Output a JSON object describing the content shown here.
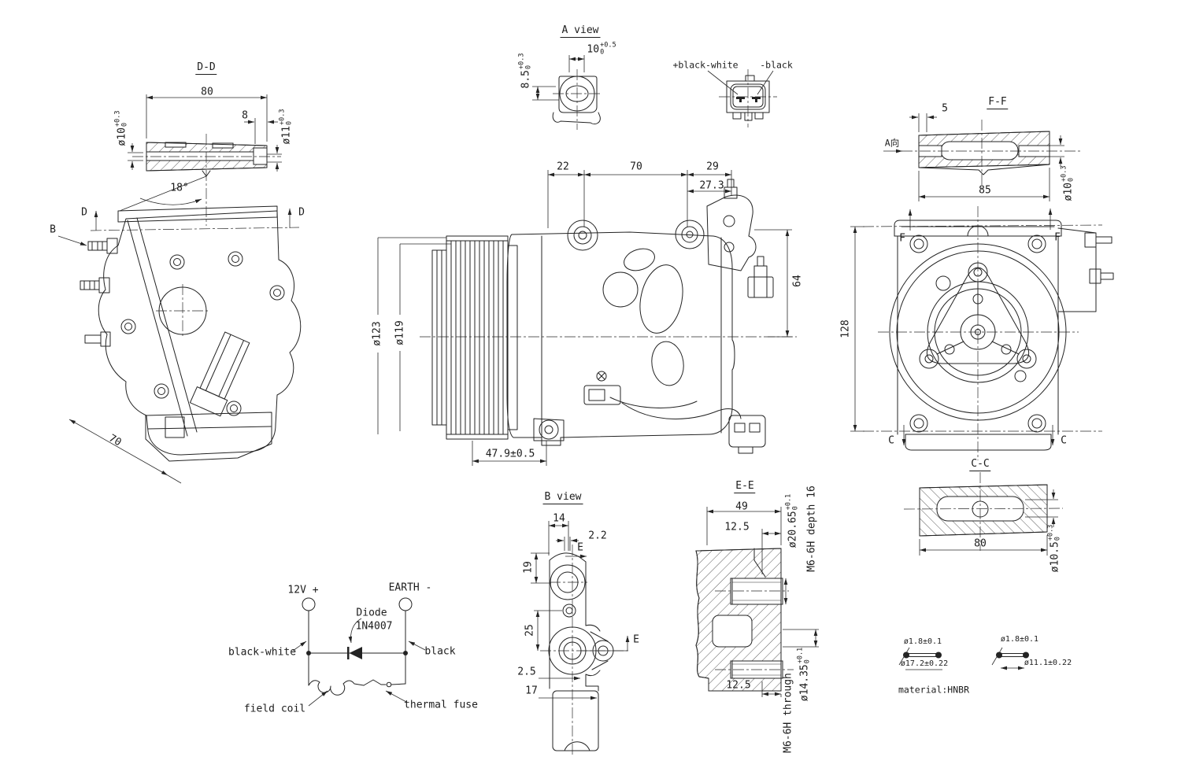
{
  "drawing": {
    "dd": {
      "title": "D-D",
      "w": "80",
      "step": "8",
      "angle": "18°",
      "dia_l": {
        "base": "ø10",
        "sup": "+0.3",
        "sub": "0"
      },
      "dia_r": {
        "base": "ø11",
        "sup": "+0.3",
        "sub": "0"
      }
    },
    "rear": {
      "d": "D",
      "b": "B",
      "w70": "70"
    },
    "aview": {
      "title": "A view",
      "w": {
        "base": "10",
        "sup": "+0.5",
        "sub": "0"
      },
      "h": {
        "base": "8.5",
        "sup": "+0.3",
        "sub": "0"
      }
    },
    "conn": {
      "pos": "+black-white",
      "neg": "-black"
    },
    "ff": {
      "title": "F-F",
      "d5": "5",
      "d85": "85",
      "adir": "A向",
      "dia": {
        "base": "ø10",
        "sup": "+0.3",
        "sub": "0"
      }
    },
    "side": {
      "d22": "22",
      "d70": "70",
      "d29": "29",
      "d273": "27.3",
      "d64": "64",
      "dia123": "ø123",
      "dia119": "ø119",
      "d479": "47.9±0.5"
    },
    "front": {
      "f": "F",
      "c": "C",
      "d128": "128"
    },
    "cc": {
      "title": "C-C",
      "d80": "80",
      "dia": {
        "base": "ø10.5",
        "sup": "+0.3",
        "sub": "0"
      }
    },
    "bview": {
      "title": "B view",
      "d14": "14",
      "d22": "2.2",
      "d19": "19",
      "d25": "25",
      "d25b": "2.5",
      "d17": "17",
      "e": "E"
    },
    "ee": {
      "title": "E-E",
      "d49": "49",
      "d125a": "12.5",
      "d125b": "12.5",
      "dia2065": {
        "base": "ø20.65",
        "sup": "+0.1",
        "sub": "0"
      },
      "m6a": "M6-6H depth 16",
      "dia1435": {
        "base": "ø14.35",
        "sup": "+0.1",
        "sub": "0"
      },
      "m6b": "M6-6H through"
    }
  },
  "schematic": {
    "v12": "12V +",
    "earth": "EARTH -",
    "diode1": "Diode",
    "diode2": "1N4007",
    "wire_pos": "black-white",
    "wire_neg": "black",
    "coil": "field coil",
    "fuse": "thermal fuse"
  },
  "orings": {
    "o1cs": "ø1.8±0.1",
    "o1id": "ø17.2±0.22",
    "o2cs": "ø1.8±0.1",
    "o2id": "ø11.1±0.22",
    "material": "material:HNBR"
  },
  "colors": {
    "line": "#232323",
    "bg": "#ffffff"
  }
}
